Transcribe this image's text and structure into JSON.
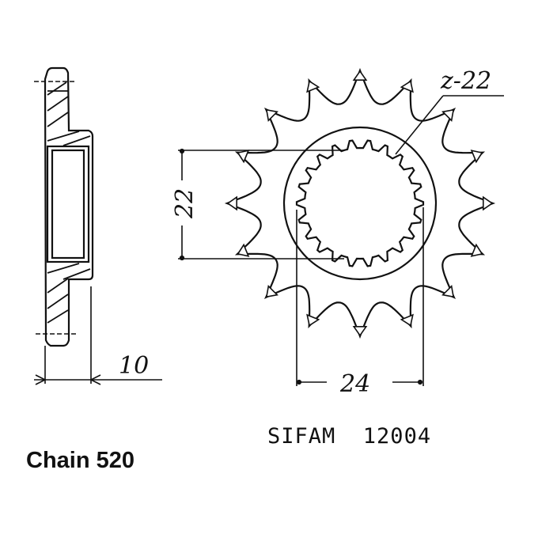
{
  "drawing": {
    "sprocket_teeth": 16,
    "spline": {
      "label": "z-22",
      "teeth": 22
    },
    "dimensions": {
      "bore_height": "22",
      "bore_width": "24",
      "thickness": "10"
    },
    "part_label": {
      "brand": "SIFAM",
      "number": "12004"
    },
    "chain_label": "Chain 520",
    "line_color": "#111111"
  }
}
